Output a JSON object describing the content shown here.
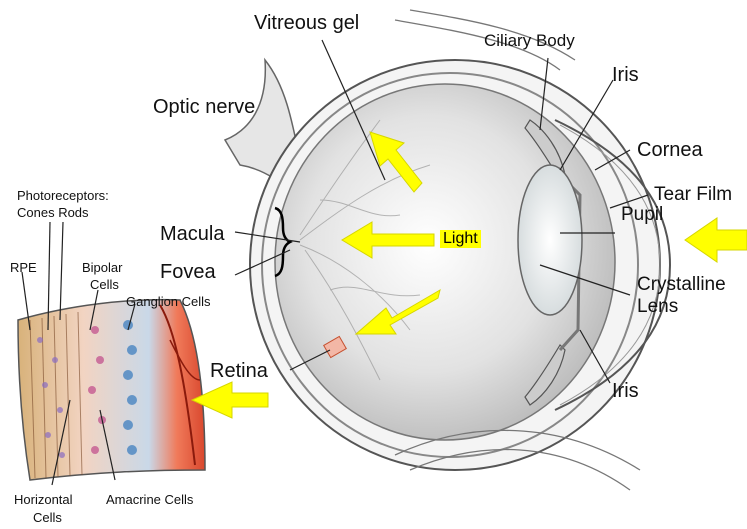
{
  "labels": {
    "vitreous_gel": "Vitreous gel",
    "ciliary_body": "Ciliary Body",
    "iris_top": "Iris",
    "optic_nerve": "Optic nerve",
    "cornea": "Cornea",
    "tear_film": "Tear Film",
    "pupil": "Pupil",
    "macula": "Macula",
    "light": "Light",
    "fovea": "Fovea",
    "crystalline_lens_line1": "Crystalline",
    "crystalline_lens_line2": "Lens",
    "retina": "Retina",
    "iris_bottom": "Iris",
    "photoreceptors_line1": "Photoreceptors:",
    "photoreceptors_line2": "Cones Rods",
    "rpe": "RPE",
    "bipolar_cells_line1": "Bipolar",
    "bipolar_cells_line2": "Cells",
    "ganglion_cells": "Ganglion Cells",
    "horizontal_cells_line1": "Horizontal",
    "horizontal_cells_line2": "Cells",
    "amacrine_cells": "Amacrine Cells"
  },
  "colors": {
    "arrow": "#ffff00",
    "retina_tissue": "#e8604a",
    "eye_outline": "#555555"
  }
}
